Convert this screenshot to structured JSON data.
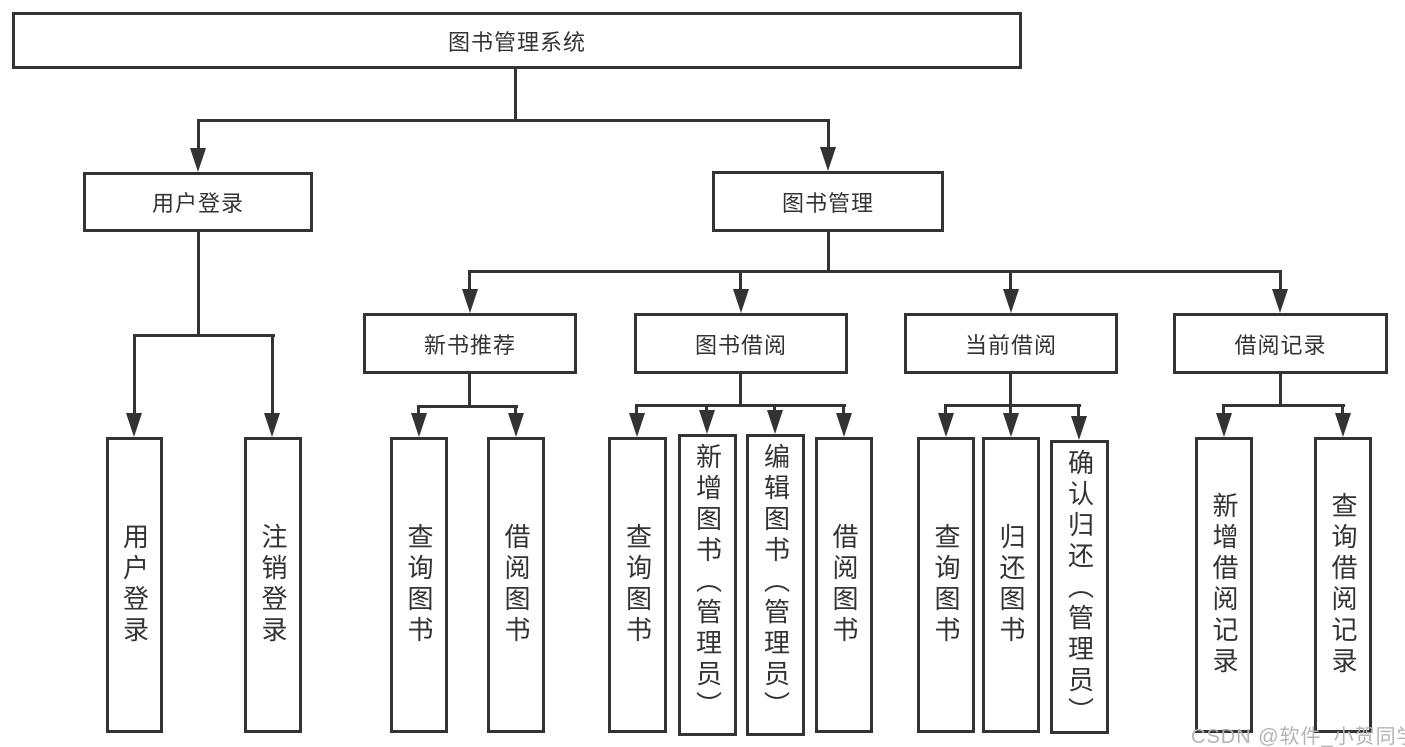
{
  "diagram": {
    "root": {
      "label": "图书管理系统"
    },
    "children": [
      {
        "label": "用户登录",
        "children": [
          {
            "label": "用户登录"
          },
          {
            "label": "注销登录"
          }
        ]
      },
      {
        "label": "图书管理",
        "children": [
          {
            "label": "新书推荐",
            "children": [
              {
                "label": "查询图书"
              },
              {
                "label": "借阅图书"
              }
            ]
          },
          {
            "label": "图书借阅",
            "children": [
              {
                "label": "查询图书"
              },
              {
                "label": "新增图书（管理员）"
              },
              {
                "label": "编辑图书（管理员）"
              },
              {
                "label": "借阅图书"
              }
            ]
          },
          {
            "label": "当前借阅",
            "children": [
              {
                "label": "查询图书"
              },
              {
                "label": "归还图书"
              },
              {
                "label": "确认归还（管理员）"
              }
            ]
          },
          {
            "label": "借阅记录",
            "children": [
              {
                "label": "新增借阅记录"
              },
              {
                "label": "查询借阅记录"
              }
            ]
          }
        ]
      }
    ]
  },
  "watermark": {
    "text": "CSDN @软件_小贺同学"
  },
  "colors": {
    "line": "#333333",
    "text": "#333333",
    "watermark": "#b3b3b3",
    "bg": "#ffffff"
  }
}
